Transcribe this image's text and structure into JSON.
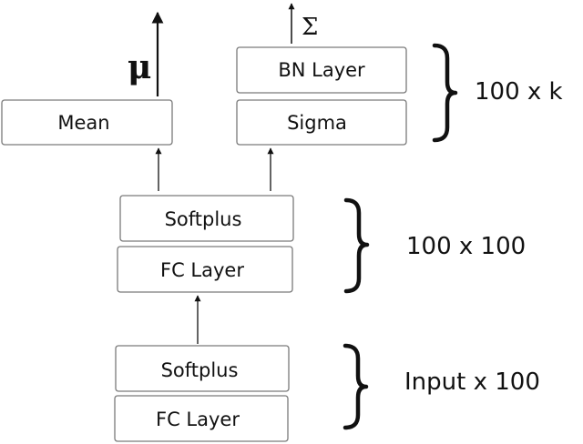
{
  "boxes": {
    "mean": "Mean",
    "bn_layer": "BN Layer",
    "sigma": "Sigma",
    "softplus_mid": "Softplus",
    "fc_mid": "FC Layer",
    "softplus_bottom": "Softplus",
    "fc_bottom": "FC Layer"
  },
  "symbols": {
    "mu": "μ",
    "sigma_cap": "Σ"
  },
  "dimensions": {
    "top": "100 x k",
    "middle": "100 x 100",
    "bottom": "Input x 100"
  }
}
